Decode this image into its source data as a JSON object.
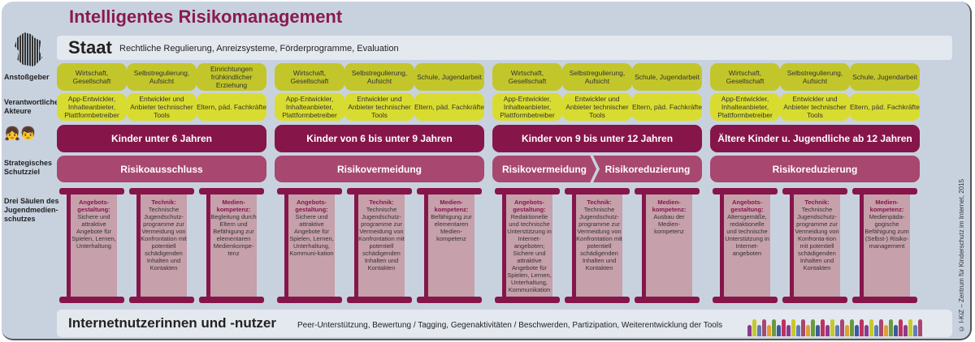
{
  "title": "Intelligentes Risikomanagement",
  "staat": {
    "label": "Staat",
    "text": "Rechtliche Regulierung, Anreizsysteme, Förderprogramme, Evaluation"
  },
  "row_labels": {
    "anstoss": "Anstoßgeber",
    "akteure": "Verantwortliche Akteure",
    "ziel": "Strategisches Schutzziel",
    "saeulen": "Drei Säulen des Jugendmedien-schutzes"
  },
  "groups": [
    {
      "age": "Kinder unter 6 Jahren",
      "ziel": [
        "Risikoausschluss"
      ],
      "anstoss": [
        "Wirtschaft, Gesellschaft",
        "Selbstregulierung, Aufsicht",
        "Einrichtungen frühkindlicher Erziehung"
      ],
      "akteure": [
        "App-Entwickler, Inhalteanbieter, Plattformbetreiber",
        "Entwickler und Anbieter technischer Tools",
        "Eltern, päd. Fachkräfte"
      ],
      "pillars": [
        {
          "head": "Angebots-gestaltung:",
          "text": "Sichere und attraktive Angebote für Spielen, Lernen, Unterhaltung"
        },
        {
          "head": "Technik:",
          "text": "Technische Jugendschutz-programme zur Vermeidung von Konfrontation mit potentiell schädigenden Inhalten und Kontakten"
        },
        {
          "head": "Medien-kompetenz:",
          "text": "Begleitung durch Eltern und Befähigung zur elementaren Medienkompe-tenz"
        }
      ]
    },
    {
      "age": "Kinder von 6 bis unter 9 Jahren",
      "ziel": [
        "Risikovermeidung"
      ],
      "anstoss": [
        "Wirtschaft, Gesellschaft",
        "Selbstregulierung, Aufsicht",
        "Schule, Jugendarbeit"
      ],
      "akteure": [
        "App-Entwickler, Inhalteanbieter, Plattformbetreiber",
        "Entwickler und Anbieter technischer Tools",
        "Eltern, päd. Fachkräfte"
      ],
      "pillars": [
        {
          "head": "Angebots-gestaltung:",
          "text": "Sichere und attraktive Angebote für Spielen, Lernen, Unterhaltung, Kommuni-kation"
        },
        {
          "head": "Technik:",
          "text": "Technische Jugendschutz-programme zur Vermeidung von Konfrontation mit potentiell schädigenden Inhalten und Kontakten"
        },
        {
          "head": "Medien-kompetenz:",
          "text": "Befähigung zur elementaren Medien-kompetenz"
        }
      ]
    },
    {
      "age": "Kinder von 9 bis unter 12 Jahren",
      "ziel": [
        "Risikovermeidung",
        "Risikoreduzierung"
      ],
      "anstoss": [
        "Wirtschaft, Gesellschaft",
        "Selbstregulierung, Aufsicht",
        "Schule, Jugendarbeit"
      ],
      "akteure": [
        "App-Entwickler, Inhalteanbieter, Plattformbetreiber",
        "Entwickler und Anbieter technischer Tools",
        "Eltern, päd. Fachkräfte"
      ],
      "pillars": [
        {
          "head": "Angebots-gestaltung:",
          "text": "Redaktionelle und technische Unterstützung in Internet-angeboten; Sichere und attraktive Angebote für Spielen, Lernen, Unterhaltung, Kommunikation"
        },
        {
          "head": "Technik:",
          "text": "Technische Jugendschutz-programme zur Vermeidung von Konfrontation mit potentiell schädigenden Inhalten und Kontakten"
        },
        {
          "head": "Medien-kompetenz:",
          "text": "Ausbau der Medien-kompetenz"
        }
      ]
    },
    {
      "age": "Ältere Kinder u. Jugendliche ab 12 Jahren",
      "ziel": [
        "Risikoreduzierung"
      ],
      "anstoss": [
        "Wirtschaft, Gesellschaft",
        "Selbstregulierung, Aufsicht",
        "Schule, Jugendarbeit"
      ],
      "akteure": [
        "App-Entwickler, Inhalteanbieter, Plattformbetreiber",
        "Entwickler und Anbieter technischer Tools",
        "Eltern, päd. Fachkräfte"
      ],
      "pillars": [
        {
          "head": "Angebots-gestaltung:",
          "text": "Altersgemäße, redaktionelle und technische Unterstützung in Internet-angeboten"
        },
        {
          "head": "Technik:",
          "text": "Technische Jugendschutz-programme zur Vermeidung von Konfronta-tion mit potentiell schädigenden Inhalten und Kontakten"
        },
        {
          "head": "Medien-kompetenz:",
          "text": "Medienpäda-gogische Befähigung zum (Selbst-) Risiko-management"
        }
      ]
    }
  ],
  "bottom": {
    "label": "Internetnutzerinnen und -nutzer",
    "text": "Peer-Unterstützung, Bewertung / Tagging, Gegenaktivitäten / Beschwerden, Partizipation, Weiterentwicklung der Tools"
  },
  "copyright": "© I-KiZ – Zentrum für Kinderschutz im Internet, 2015",
  "colors": {
    "title": "#8b1a4f",
    "age": "#86164a",
    "ziel": "#a8476f",
    "anstoss": "#c3c62a",
    "akteure": "#d9dc30",
    "pillar": "#c6a0aa"
  }
}
